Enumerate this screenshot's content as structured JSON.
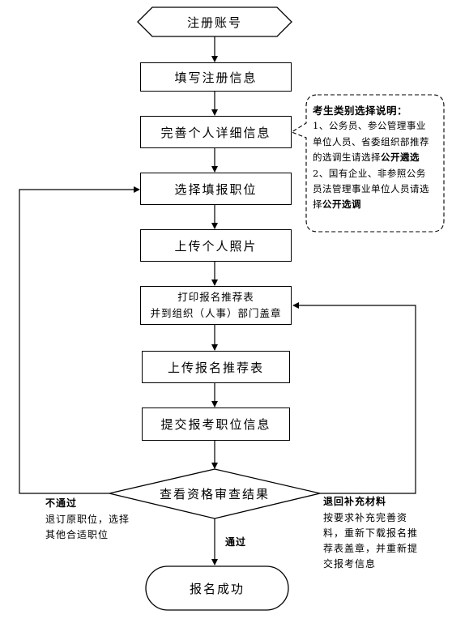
{
  "start": "注册账号",
  "steps": [
    "填写注册信息",
    "完善个人详细信息",
    "选择填报职位",
    "上传个人照片"
  ],
  "print_step": {
    "line1": "打印报名推荐表",
    "line2": "并到组织（人事）部门盖章"
  },
  "upload_form": "上传报名推荐表",
  "submit": "提交报考职位信息",
  "decision": "查看资格审查结果",
  "end": "报名成功",
  "note": {
    "title": "考生类别选择说明：",
    "item1_text": "1、公务员、参公管理事业单位人员、省委组织部推荐的选调生请选择",
    "item1_bold": "公开遴选",
    "item2_text": "2、国有企业、非参照公务员法管理事业单位人员请选择",
    "item2_bold": "公开选调"
  },
  "reject": {
    "title": "不通过",
    "text": "退订原职位，选择其他合适职位"
  },
  "supplement": {
    "title": "退回补充材料",
    "text": "按要求补充完善资料，重新下载报名推荐表盖章，并重新提交报考信息"
  },
  "pass": "通过"
}
